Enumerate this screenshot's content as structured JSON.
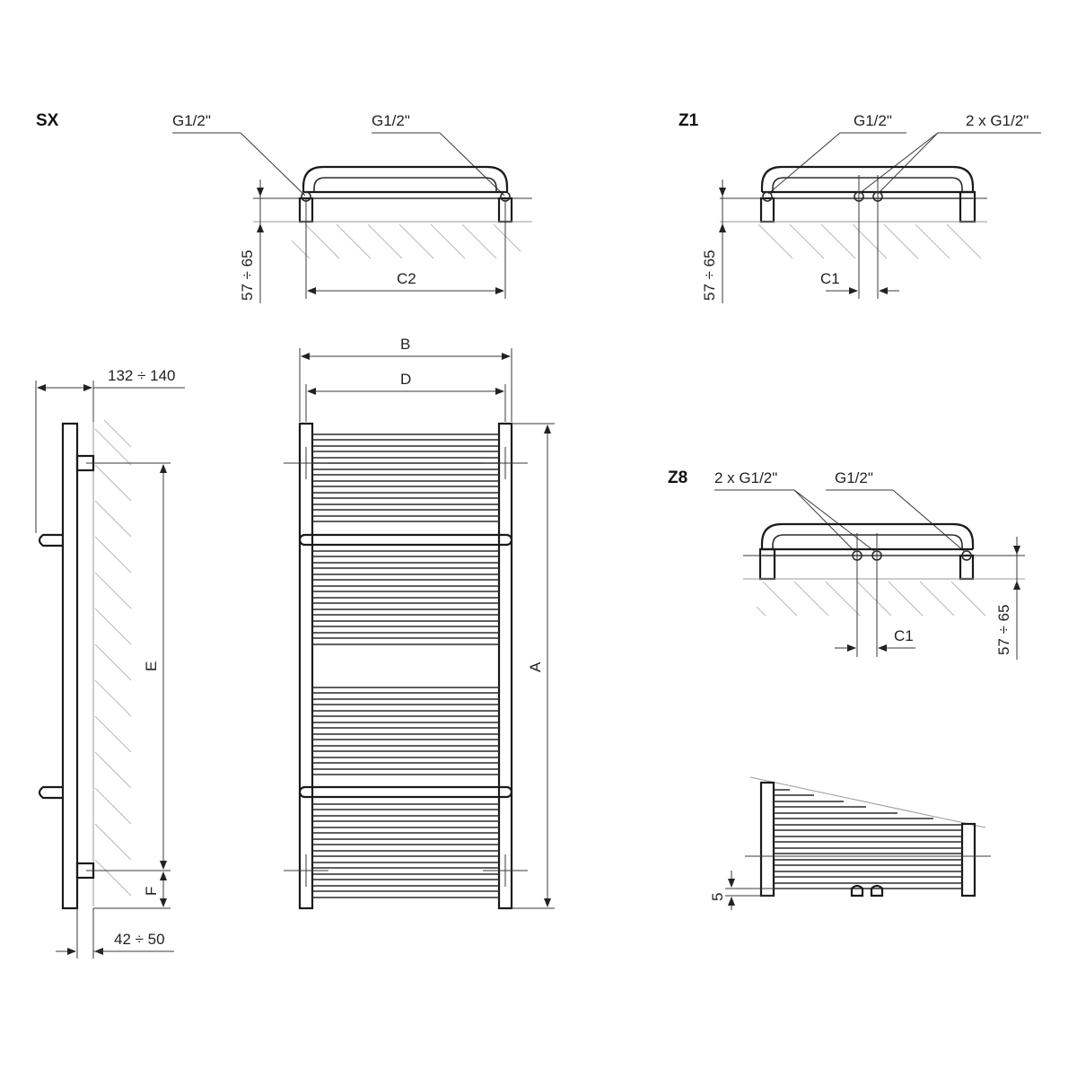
{
  "views": {
    "sx": {
      "title": "SX",
      "conn_left": "G1/2\"",
      "conn_right": "G1/2\"",
      "dim_wall": "57 ÷ 65",
      "dim_c2": "C2"
    },
    "z1": {
      "title": "Z1",
      "conn_single": "G1/2\"",
      "conn_double": "2 x G1/2\"",
      "dim_wall": "57 ÷ 65",
      "dim_c1": "C1"
    },
    "z8": {
      "title": "Z8",
      "conn_double": "2 x G1/2\"",
      "conn_single": "G1/2\"",
      "dim_wall": "57 ÷ 65",
      "dim_c1": "C1"
    },
    "side": {
      "dim_depth": "132 ÷ 140",
      "dim_base": "42 ÷ 50",
      "dim_e": "E",
      "dim_f": "F"
    },
    "front": {
      "dim_b": "B",
      "dim_d": "D",
      "dim_a": "A"
    },
    "detail": {
      "dim_gap": "5"
    }
  }
}
